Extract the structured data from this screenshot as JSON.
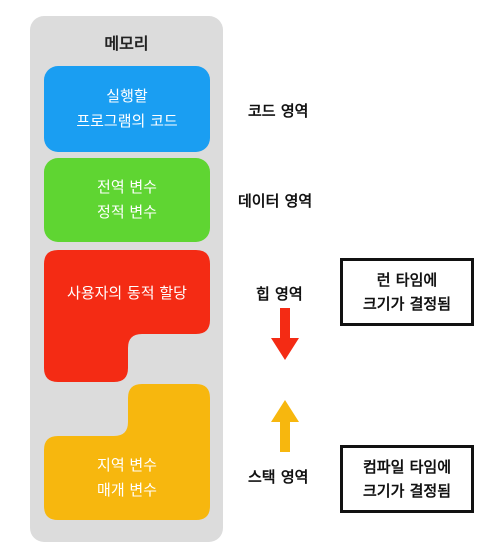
{
  "memory": {
    "title": "메모리"
  },
  "segments": {
    "code": {
      "line1": "실행할",
      "line2": "프로그램의 코드",
      "color": "#1a9ef2"
    },
    "data": {
      "line1": "전역 변수",
      "line2": "정적 변수",
      "color": "#5fd532"
    },
    "heap": {
      "line1": "사용자의 동적 할당",
      "color": "#f42b14"
    },
    "stack": {
      "line1": "지역 변수",
      "line2": "매개 변수",
      "color": "#f7b70e"
    }
  },
  "regions": {
    "code": "코드 영역",
    "data": "데이터 영역",
    "heap": "힙 영역",
    "stack": "스택 영역"
  },
  "callouts": {
    "runtime": {
      "line1": "런 타임에",
      "line2": "크기가 결정됨"
    },
    "compile": {
      "line1": "컴파일 타임에",
      "line2": "크기가 결정됨"
    }
  },
  "arrows": {
    "heap": {
      "direction": "down",
      "color": "#f42b14"
    },
    "stack": {
      "direction": "up",
      "color": "#f7b70e"
    }
  }
}
